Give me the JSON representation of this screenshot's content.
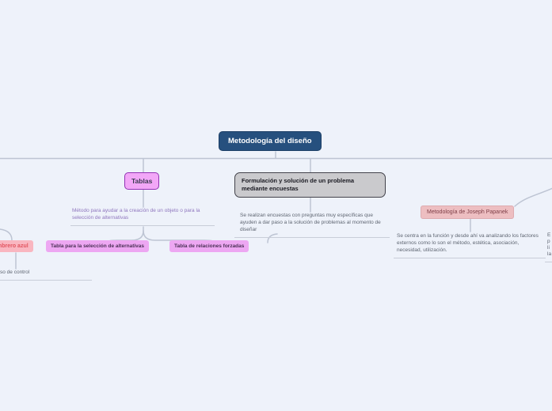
{
  "colors": {
    "background": "#eef2fa",
    "connector_line": "#bdc4d3",
    "root_fill": "#26507e",
    "tablas_fill": "#f2a7f7",
    "tablas_border": "#9232b4",
    "plum_child_fill": "#eda7f2",
    "pink_left_fill": "#f9b6c0",
    "pink_left_text": "#e25560",
    "gray_node_fill": "#cacacd",
    "rose_node_fill": "#edbec1",
    "rose_node_text": "#7e3e47",
    "purple_text": "#8f76be",
    "gray_text": "#5f6672"
  },
  "root": {
    "label": "Metodología del diseño"
  },
  "tablas": {
    "label": "Tablas",
    "description": "Método para ayudar a la creación de un objeto o para la selección de alternativas",
    "children": [
      {
        "label": "Tabla para la selección de alternativas"
      },
      {
        "label": "Tabla de relaciones forzadas"
      }
    ]
  },
  "encuestas": {
    "label": "Formulación y solución de un problema mediante encuestas",
    "description": "Se realizan encuestas con preguntas muy específicas que ayuden a dar paso a la solución de problemas al momento de diseñar"
  },
  "papanek": {
    "label": "Metodología de Joseph Papanek",
    "description": "Se centra en la función y desde ahí va analizando los factores externos como lo son el método, estética, asociación, necesidad, utilización."
  },
  "clipped_left_branch": {
    "node_label": "mbrero azul",
    "description": "so de control"
  },
  "clipped_right_branch": {
    "line1": "E",
    "line2": "p",
    "line3": "li",
    "line4": "la"
  }
}
